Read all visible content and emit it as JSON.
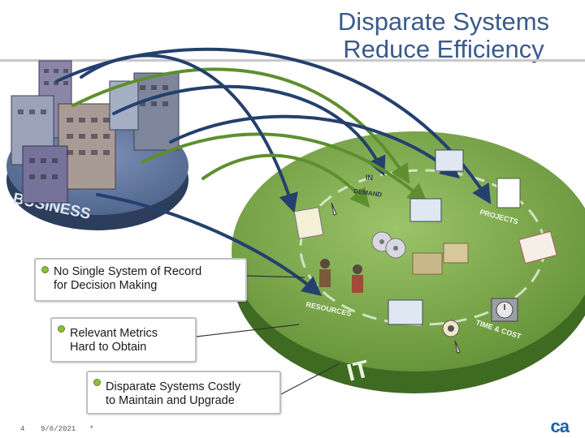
{
  "slide": {
    "title_line1": "Disparate Systems",
    "title_line2": "Reduce Efficiency",
    "bullets": [
      {
        "line1": "No Single System of Record",
        "line2": "for Decision Making"
      },
      {
        "line1": "Relevant Metrics",
        "line2": "Hard to Obtain"
      },
      {
        "line1": "Disparate Systems Costly",
        "line2": "to Maintain and Upgrade"
      }
    ],
    "footer_page": "4",
    "footer_date": "9/6/2021",
    "footer_mark": "*",
    "logo_text": "ca"
  },
  "illustration": {
    "business_label": "BUSINESS",
    "it_label": "IT",
    "zones": [
      "IN",
      "DEMAND",
      "PROJECTS",
      "RESOURCES",
      "TIME & COST"
    ]
  },
  "colors": {
    "title": "#3a5a8c",
    "it_disc": "#6d9a3e",
    "business_disc": "#4a5f86",
    "arrow_blue": "#24406e",
    "arrow_green": "#5e8f2e",
    "bullet": "#8bbf3a"
  },
  "icons": [
    "cursor-hand-icon",
    "target-icon",
    "clock-icon",
    "people-icon",
    "monitor-icon",
    "cd-icon",
    "folder-icon"
  ]
}
